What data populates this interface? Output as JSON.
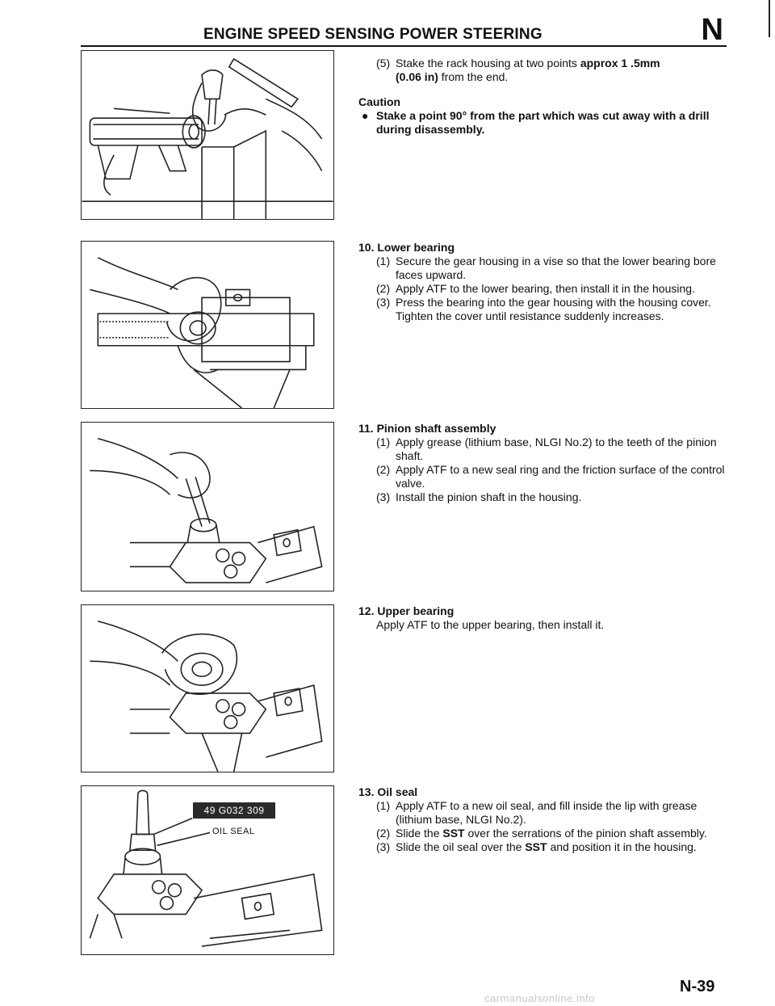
{
  "header": {
    "title": "ENGINE SPEED SENSING POWER STEERING",
    "section_letter": "N"
  },
  "step9": {
    "item_num": "(5)",
    "text_pre": "Stake the rack housing at two points ",
    "text_bold1": "approx 1 .5mm",
    "text_bold2": "(0.06 in)",
    "text_post": " from the end.",
    "caution_heading": "Caution",
    "caution_bullet": "●",
    "caution_text": "Stake a point 90° from the part which was cut away with a drill during disassembly."
  },
  "step10": {
    "heading": "10. Lower bearing",
    "items": [
      {
        "num": "(1)",
        "text": "Secure the gear housing in a vise so that the lower bearing bore faces upward."
      },
      {
        "num": "(2)",
        "text": "Apply ATF to the lower bearing, then install it in the housing."
      },
      {
        "num": "(3)",
        "text": "Press the bearing into the gear housing with the housing cover. Tighten the cover until resistance suddenly increases."
      }
    ]
  },
  "step11": {
    "heading": "11. Pinion shaft assembly",
    "items": [
      {
        "num": "(1)",
        "text": "Apply grease (lithium base, NLGI No.2) to the teeth of the pinion shaft."
      },
      {
        "num": "(2)",
        "text": "Apply ATF to a new seal ring and the friction surface of the control valve."
      },
      {
        "num": "(3)",
        "text": "Install the pinion shaft in the housing."
      }
    ]
  },
  "step12": {
    "heading": "12. Upper bearing",
    "text": "Apply ATF to the upper bearing, then install it."
  },
  "step13": {
    "heading": "13. Oil seal",
    "items": [
      {
        "num": "(1)",
        "text": "Apply ATF to a new oil seal, and fill inside the lip with grease (lithium base, NLGI No.2)."
      },
      {
        "num": "(2)",
        "text_pre": "Slide the ",
        "text_bold": "SST",
        "text_post": " over the serrations of the pinion shaft assembly."
      },
      {
        "num": "(3)",
        "text_pre": "Slide the oil seal over the ",
        "text_bold": "SST",
        "text_post": " and position it in the housing."
      }
    ]
  },
  "figure5": {
    "sst_label": "49 G032 309",
    "oil_seal_label": "OIL SEAL"
  },
  "footer": {
    "page_number": "N-39",
    "watermark": "carmanualsonline.info"
  }
}
